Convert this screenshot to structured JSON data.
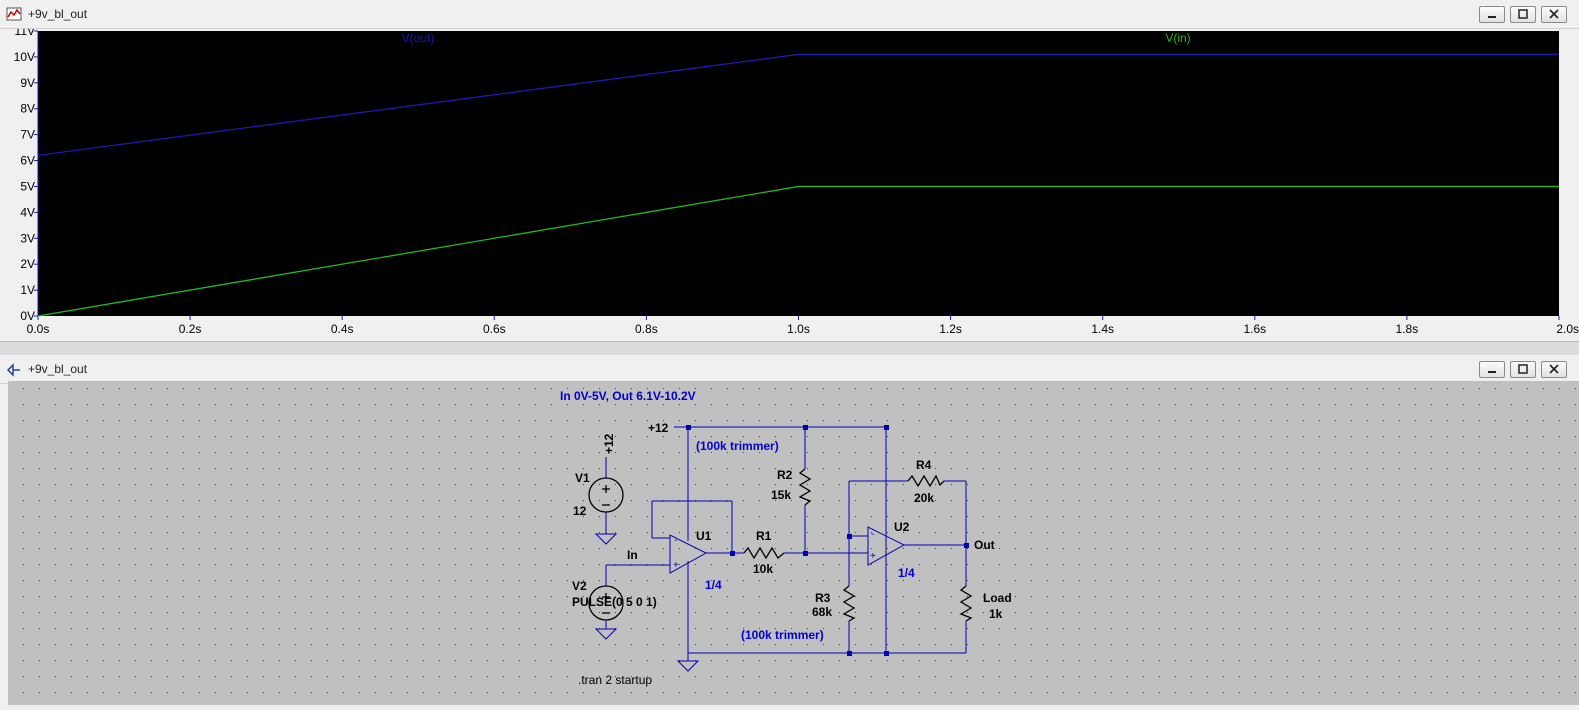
{
  "plot_window": {
    "title": "+9v_bl_out",
    "icon": "waveform-icon"
  },
  "schematic_window": {
    "title": "+9v_bl_out",
    "icon": "schematic-icon"
  },
  "window_controls": [
    "minimize-icon",
    "restore-icon",
    "close-icon"
  ],
  "chart_data": {
    "type": "line",
    "x_unit": "s",
    "y_unit": "V",
    "xlim": [
      0,
      2.0
    ],
    "ylim": [
      0,
      11
    ],
    "x_ticks": [
      "0.0s",
      "0.2s",
      "0.4s",
      "0.6s",
      "0.8s",
      "1.0s",
      "1.2s",
      "1.4s",
      "1.6s",
      "1.8s",
      "2.0s"
    ],
    "y_ticks": [
      "0V",
      "1V",
      "2V",
      "3V",
      "4V",
      "5V",
      "6V",
      "7V",
      "8V",
      "9V",
      "10V",
      "11V"
    ],
    "grid": false,
    "background": "#000000",
    "series": [
      {
        "name": "V(out)",
        "color": "#1a1ab0",
        "x": [
          0,
          1.0,
          2.0
        ],
        "y": [
          6.2,
          10.1,
          10.1
        ]
      },
      {
        "name": "V(in)",
        "color": "#22b822",
        "x": [
          0,
          1.0,
          2.0
        ],
        "y": [
          0,
          5.0,
          5.0
        ]
      }
    ]
  },
  "schematic": {
    "comment": "In 0V-5V, Out 6.1V-10.2V",
    "directive": ".tran 2 startup",
    "supply_label": "+12",
    "supply_rail_label": "+12",
    "trimmer_note_top": "(100k trimmer)",
    "trimmer_note_bottom": "(100k trimmer)",
    "net_in": "In",
    "net_out": "Out",
    "V1": {
      "name": "V1",
      "value": "12"
    },
    "V2": {
      "name": "V2",
      "value": "PULSE(0 5 0 1)"
    },
    "U1": {
      "name": "U1",
      "value": "1/4"
    },
    "U2": {
      "name": "U2",
      "value": "1/4"
    },
    "R1": {
      "name": "R1",
      "value": "10k"
    },
    "R2": {
      "name": "R2",
      "value": "15k"
    },
    "R3": {
      "name": "R3",
      "value": "68k"
    },
    "R4": {
      "name": "R4",
      "value": "20k"
    },
    "Load": {
      "name": "Load",
      "value": "1k"
    }
  },
  "colors": {
    "schematic_bg": "#c0c0c0",
    "wire": "#0000b0",
    "plot_bg": "#000000",
    "axis": "#1a1ab0"
  }
}
